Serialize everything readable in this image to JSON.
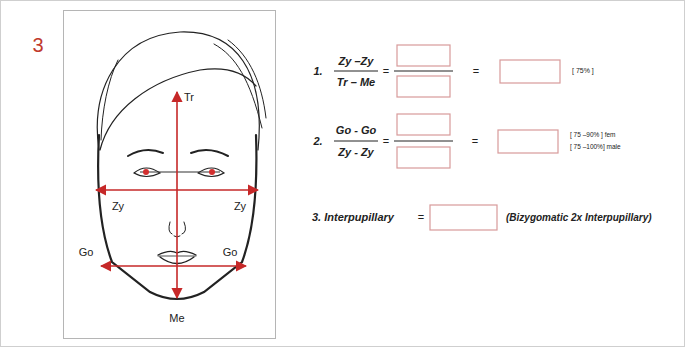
{
  "diagram": {
    "labels": [
      "3",
      "Tr",
      "Zy",
      "Zy",
      "Go",
      "Go",
      "Me",
      "1.",
      "Zy –Zy",
      "Tr – Me",
      "=",
      "=",
      "[ 75% ]",
      "2.",
      "Go - Go",
      "Zy - Zy",
      "=",
      "=",
      "[ 75 –90% ] fem",
      "[ 75 –100%] male",
      "3. Interpupillary",
      "=",
      "(Bizygomatic 2x Interpupillary)"
    ]
  }
}
